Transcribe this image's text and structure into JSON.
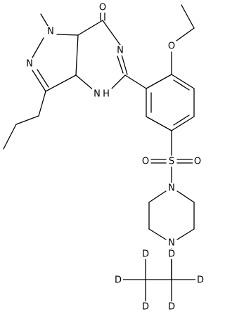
{
  "atom_labels": {
    "o_carbonyl": "O",
    "n1": "N",
    "n2": "N",
    "n_imine": "N",
    "n_h": "N",
    "h_on_n": "H",
    "o_ether": "O",
    "s": "S",
    "o_s_left": "O",
    "o_s_right": "O",
    "n_pip_top": "N",
    "n_pip_bottom": "N",
    "d1": "D",
    "d2": "D",
    "d3": "D",
    "d4": "D",
    "d5": "D"
  },
  "colors": {
    "ink": "#000000",
    "background": "#ffffff"
  }
}
